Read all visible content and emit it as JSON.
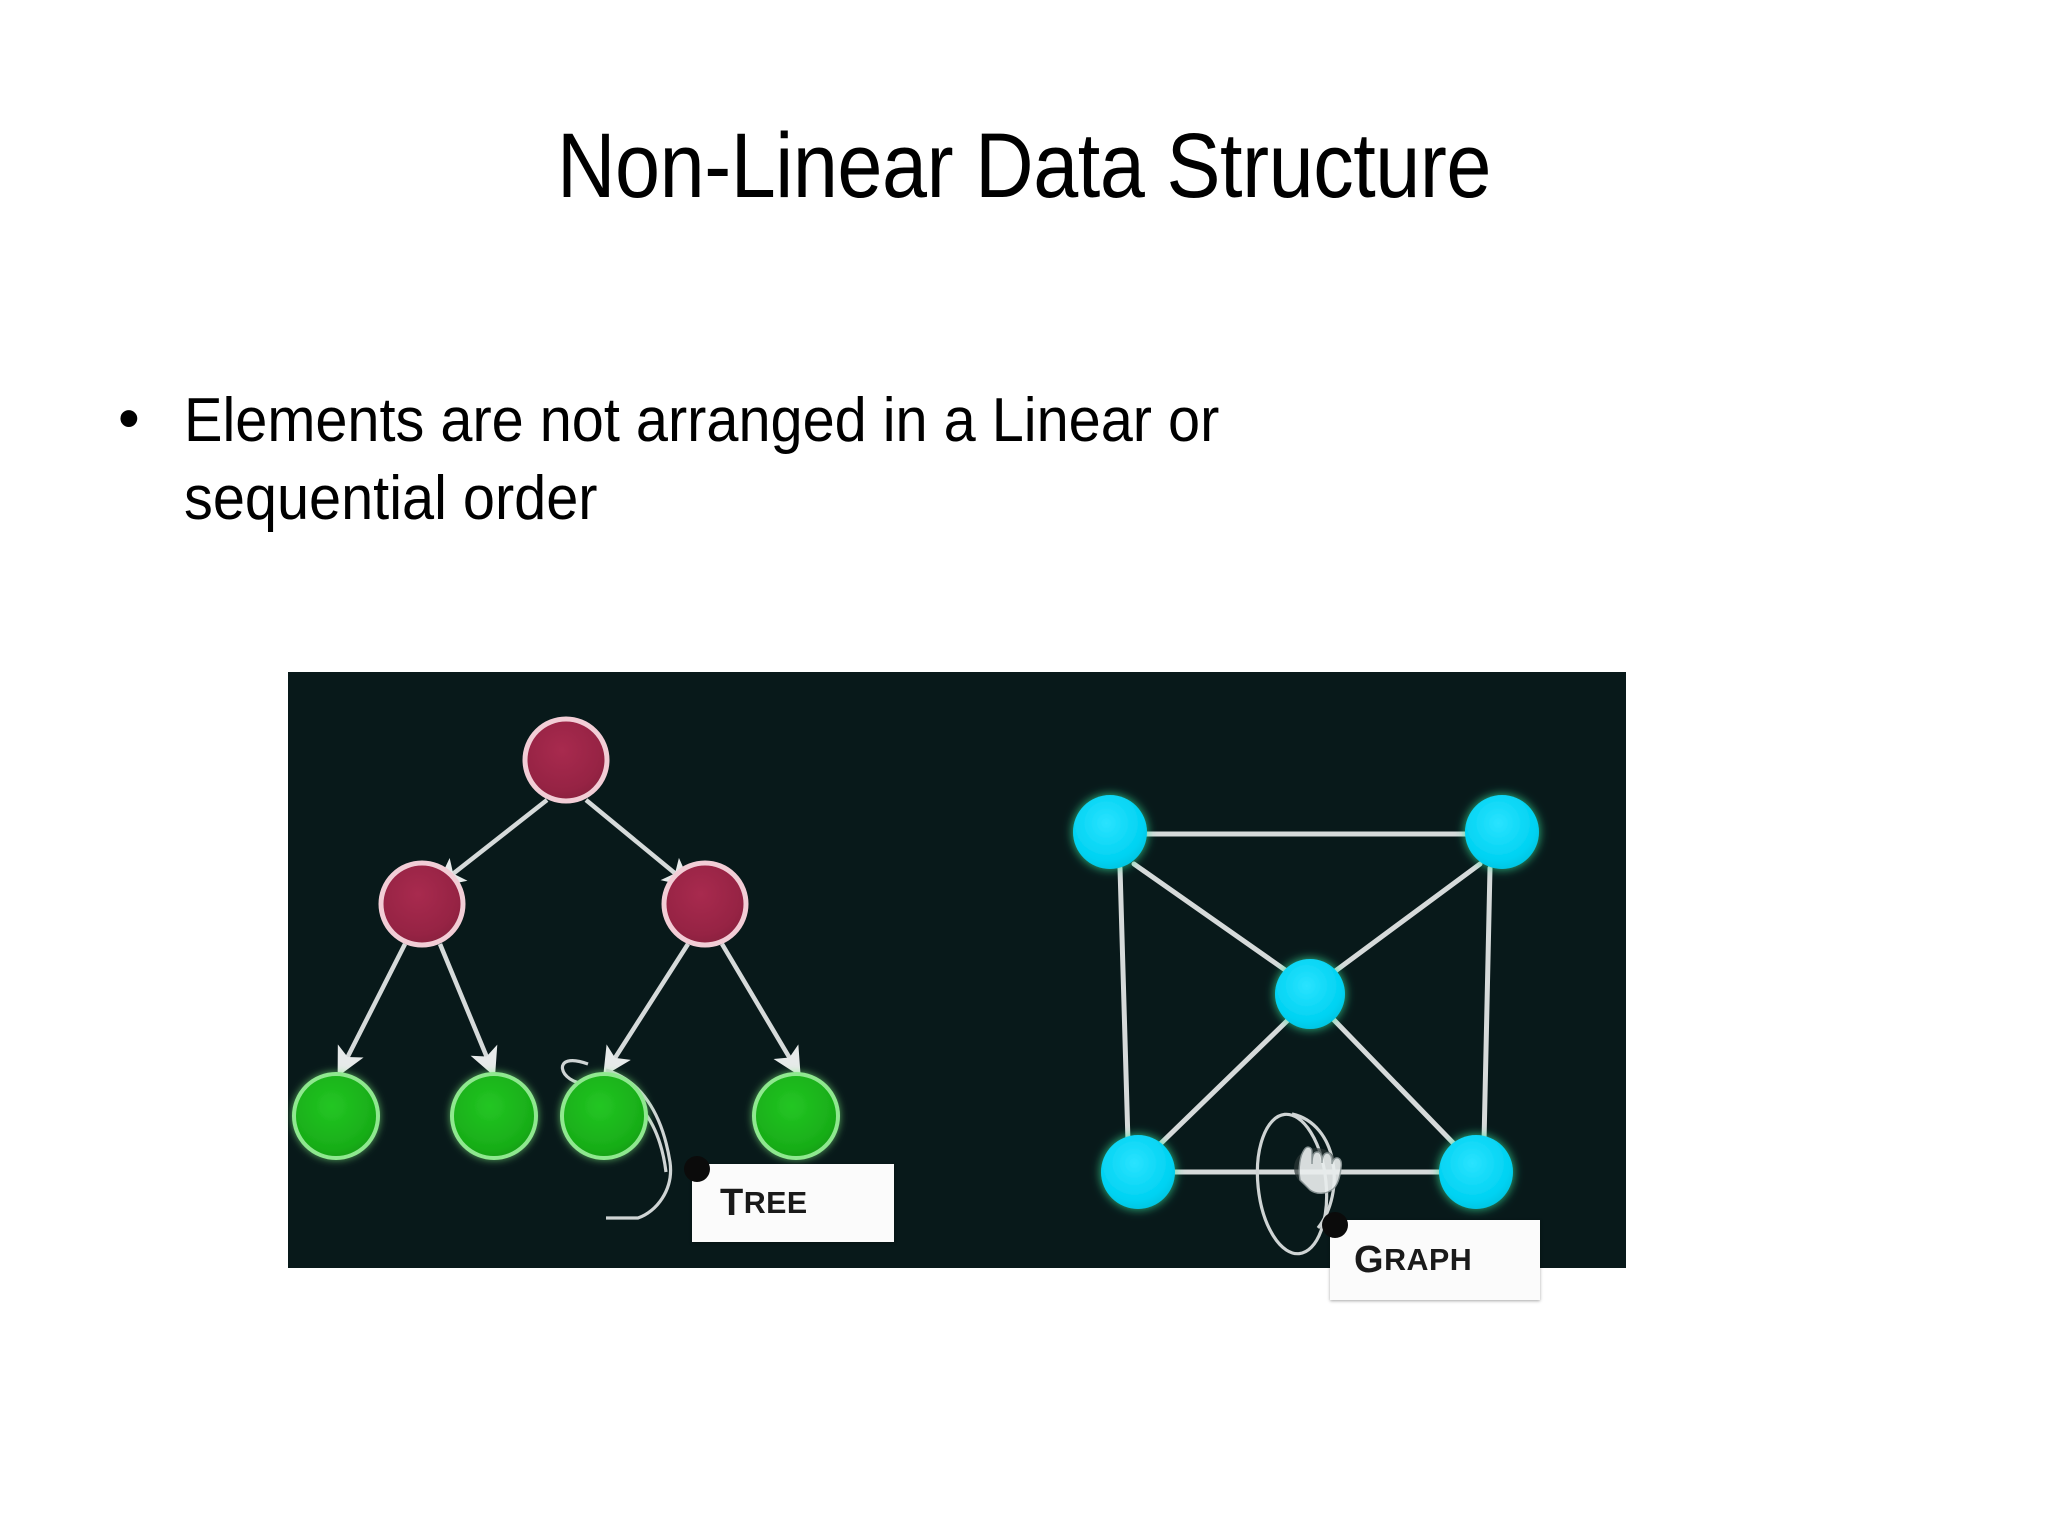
{
  "slide": {
    "title": "Non-Linear Data Structure",
    "bullets": [
      {
        "marker": "•",
        "text": "Elements are not arranged in a Linear or sequential order"
      }
    ]
  },
  "diagram": {
    "panel_background": "#08191a",
    "tree": {
      "label": "TREE",
      "label_first_letter": "T",
      "label_rest": "REE",
      "node_colors": {
        "internal_fill": "#9e2548",
        "internal_border": "#f0c8d2",
        "leaf_fill": "#1db81d",
        "leaf_border": "#8ae88a",
        "edge": "#d8dcdc"
      },
      "nodes": [
        {
          "id": "root",
          "level": 0,
          "type": "internal"
        },
        {
          "id": "child-left",
          "level": 1,
          "type": "internal"
        },
        {
          "id": "child-right",
          "level": 1,
          "type": "internal"
        },
        {
          "id": "leaf-1",
          "level": 2,
          "type": "leaf"
        },
        {
          "id": "leaf-2",
          "level": 2,
          "type": "leaf"
        },
        {
          "id": "leaf-3",
          "level": 2,
          "type": "leaf"
        },
        {
          "id": "leaf-4",
          "level": 2,
          "type": "leaf"
        }
      ],
      "edges": [
        [
          "root",
          "child-left"
        ],
        [
          "root",
          "child-right"
        ],
        [
          "child-left",
          "leaf-1"
        ],
        [
          "child-left",
          "leaf-2"
        ],
        [
          "child-right",
          "leaf-3"
        ],
        [
          "child-right",
          "leaf-4"
        ]
      ]
    },
    "graph": {
      "label": "GRAPH",
      "label_first_letter": "G",
      "label_rest": "RAPH",
      "node_colors": {
        "fill": "#00d4f5",
        "glow": "#36e0a0",
        "edge": "#d8dcdc"
      },
      "nodes": [
        {
          "id": "top-left"
        },
        {
          "id": "top-right"
        },
        {
          "id": "center"
        },
        {
          "id": "bottom-left"
        },
        {
          "id": "bottom-right"
        }
      ],
      "edges": [
        [
          "top-left",
          "top-right"
        ],
        [
          "top-left",
          "bottom-left"
        ],
        [
          "top-right",
          "bottom-right"
        ],
        [
          "bottom-left",
          "bottom-right"
        ],
        [
          "top-left",
          "center"
        ],
        [
          "top-right",
          "center"
        ],
        [
          "bottom-left",
          "center"
        ],
        [
          "bottom-right",
          "center"
        ]
      ],
      "cursor": "hand-pointer-cursor"
    }
  }
}
